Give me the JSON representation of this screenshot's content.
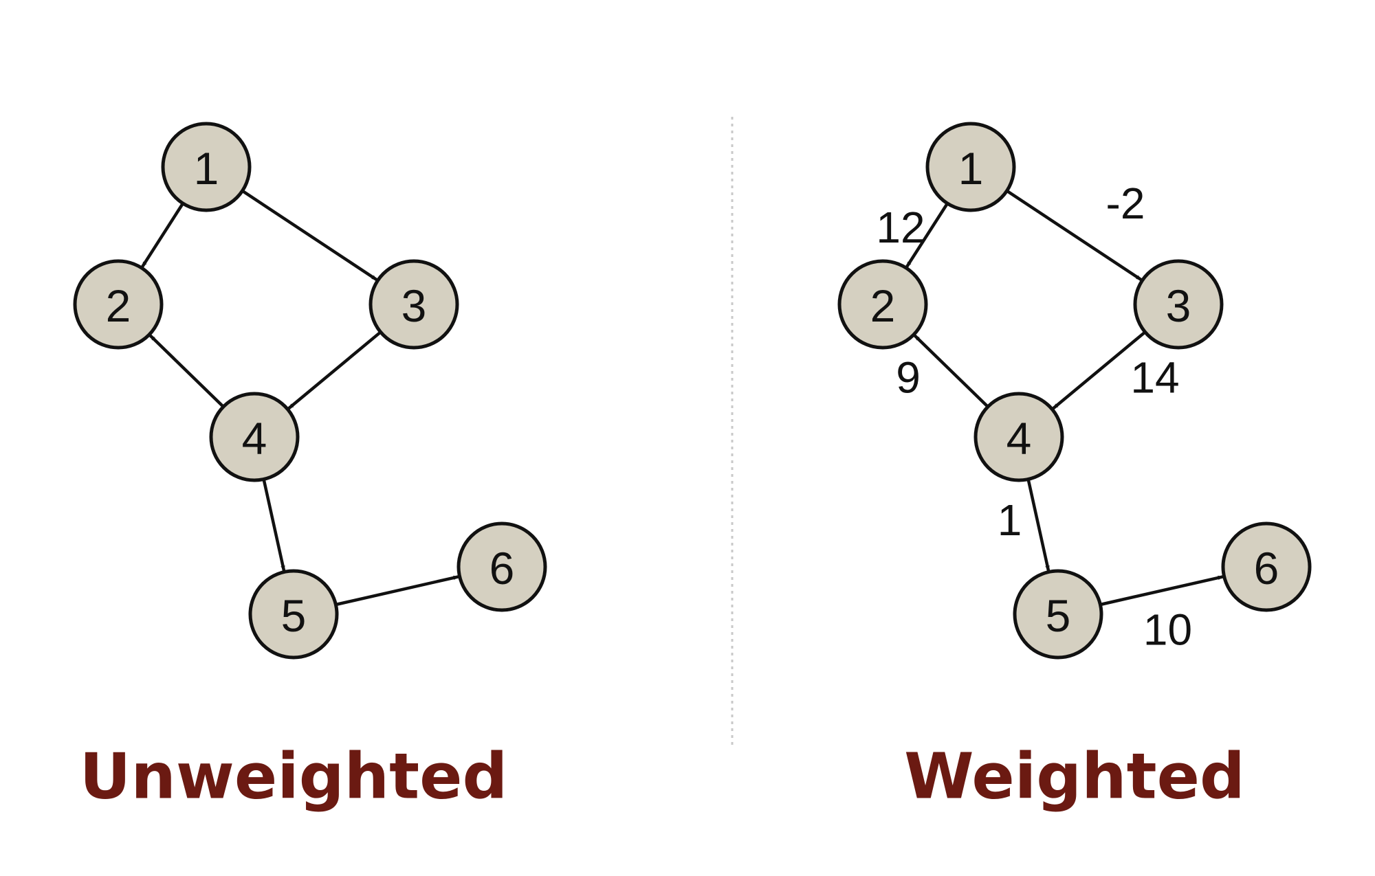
{
  "colors": {
    "node_fill": "#d5d0c1",
    "node_stroke": "#111111",
    "caption": "#6b1a12",
    "divider": "#c9c9c9"
  },
  "graphs": [
    {
      "id": "unweighted",
      "caption": "Unweighted",
      "nodes": [
        "1",
        "2",
        "3",
        "4",
        "5",
        "6"
      ],
      "edges": [
        {
          "from": "1",
          "to": "2"
        },
        {
          "from": "1",
          "to": "3"
        },
        {
          "from": "3",
          "to": "4"
        },
        {
          "from": "4",
          "to": "2"
        },
        {
          "from": "4",
          "to": "5"
        },
        {
          "from": "5",
          "to": "6"
        }
      ]
    },
    {
      "id": "weighted",
      "caption": "Weighted",
      "nodes": [
        "1",
        "2",
        "3",
        "4",
        "5",
        "6"
      ],
      "edges": [
        {
          "from": "1",
          "to": "2",
          "weight": "12"
        },
        {
          "from": "1",
          "to": "3",
          "weight": "-2"
        },
        {
          "from": "3",
          "to": "4",
          "weight": "14"
        },
        {
          "from": "4",
          "to": "2",
          "weight": "9"
        },
        {
          "from": "4",
          "to": "5",
          "weight": "1"
        },
        {
          "from": "5",
          "to": "6",
          "weight": "10"
        }
      ]
    }
  ]
}
